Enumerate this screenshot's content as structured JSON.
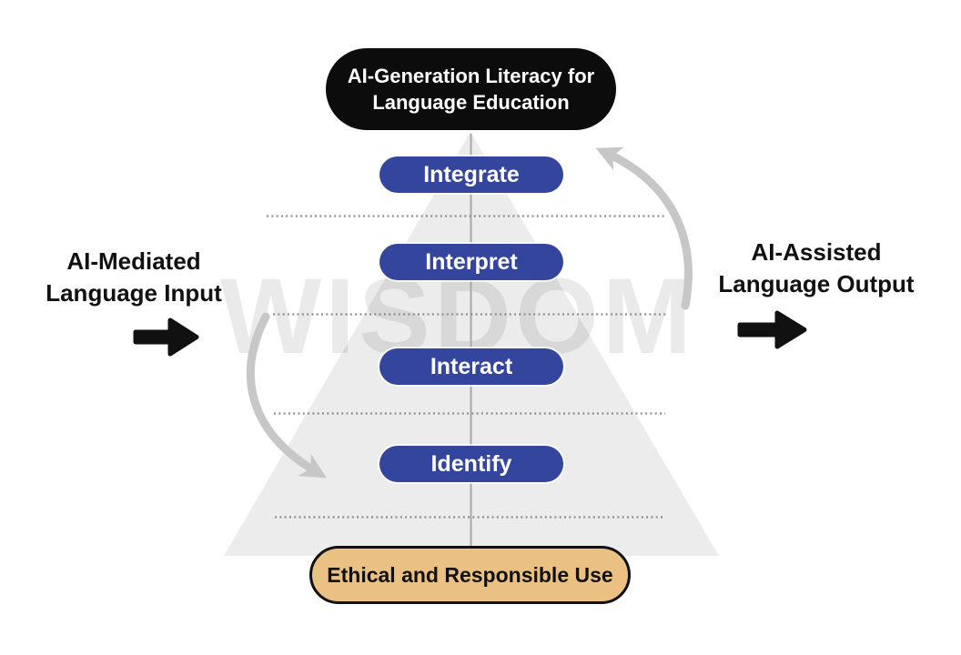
{
  "title_pill": {
    "line1": "AI-Generation Literacy for",
    "line2": "Language Education"
  },
  "levels": [
    {
      "label": "Integrate"
    },
    {
      "label": "Interpret"
    },
    {
      "label": "Interact"
    },
    {
      "label": "Identify"
    }
  ],
  "base_pill": {
    "label": "Ethical and Responsible Use"
  },
  "left_label": {
    "line1": "AI-Mediated",
    "line2": "Language Input"
  },
  "right_label": {
    "line1": "AI-Assisted",
    "line2": "Language Output"
  },
  "watermark": {
    "text": "WISDOM"
  },
  "icons": {
    "left_arrow": "right-arrow-icon",
    "right_arrow": "right-arrow-icon",
    "cycle_left": "curved-arrow-down-icon",
    "cycle_right": "curved-arrow-up-icon"
  },
  "colors": {
    "title_pill": "#0c0c0c",
    "level_pill": "#33459d",
    "base_pill_fill": "#eac182",
    "base_pill_border": "#111111",
    "pyramid": "#ececec",
    "watermark": "#e2e2e2",
    "dotted_line": "#8d8d8d",
    "axis_line": "#a8a8a8",
    "cycle_arrow": "#c7c7c7",
    "black_arrow": "#111111"
  }
}
